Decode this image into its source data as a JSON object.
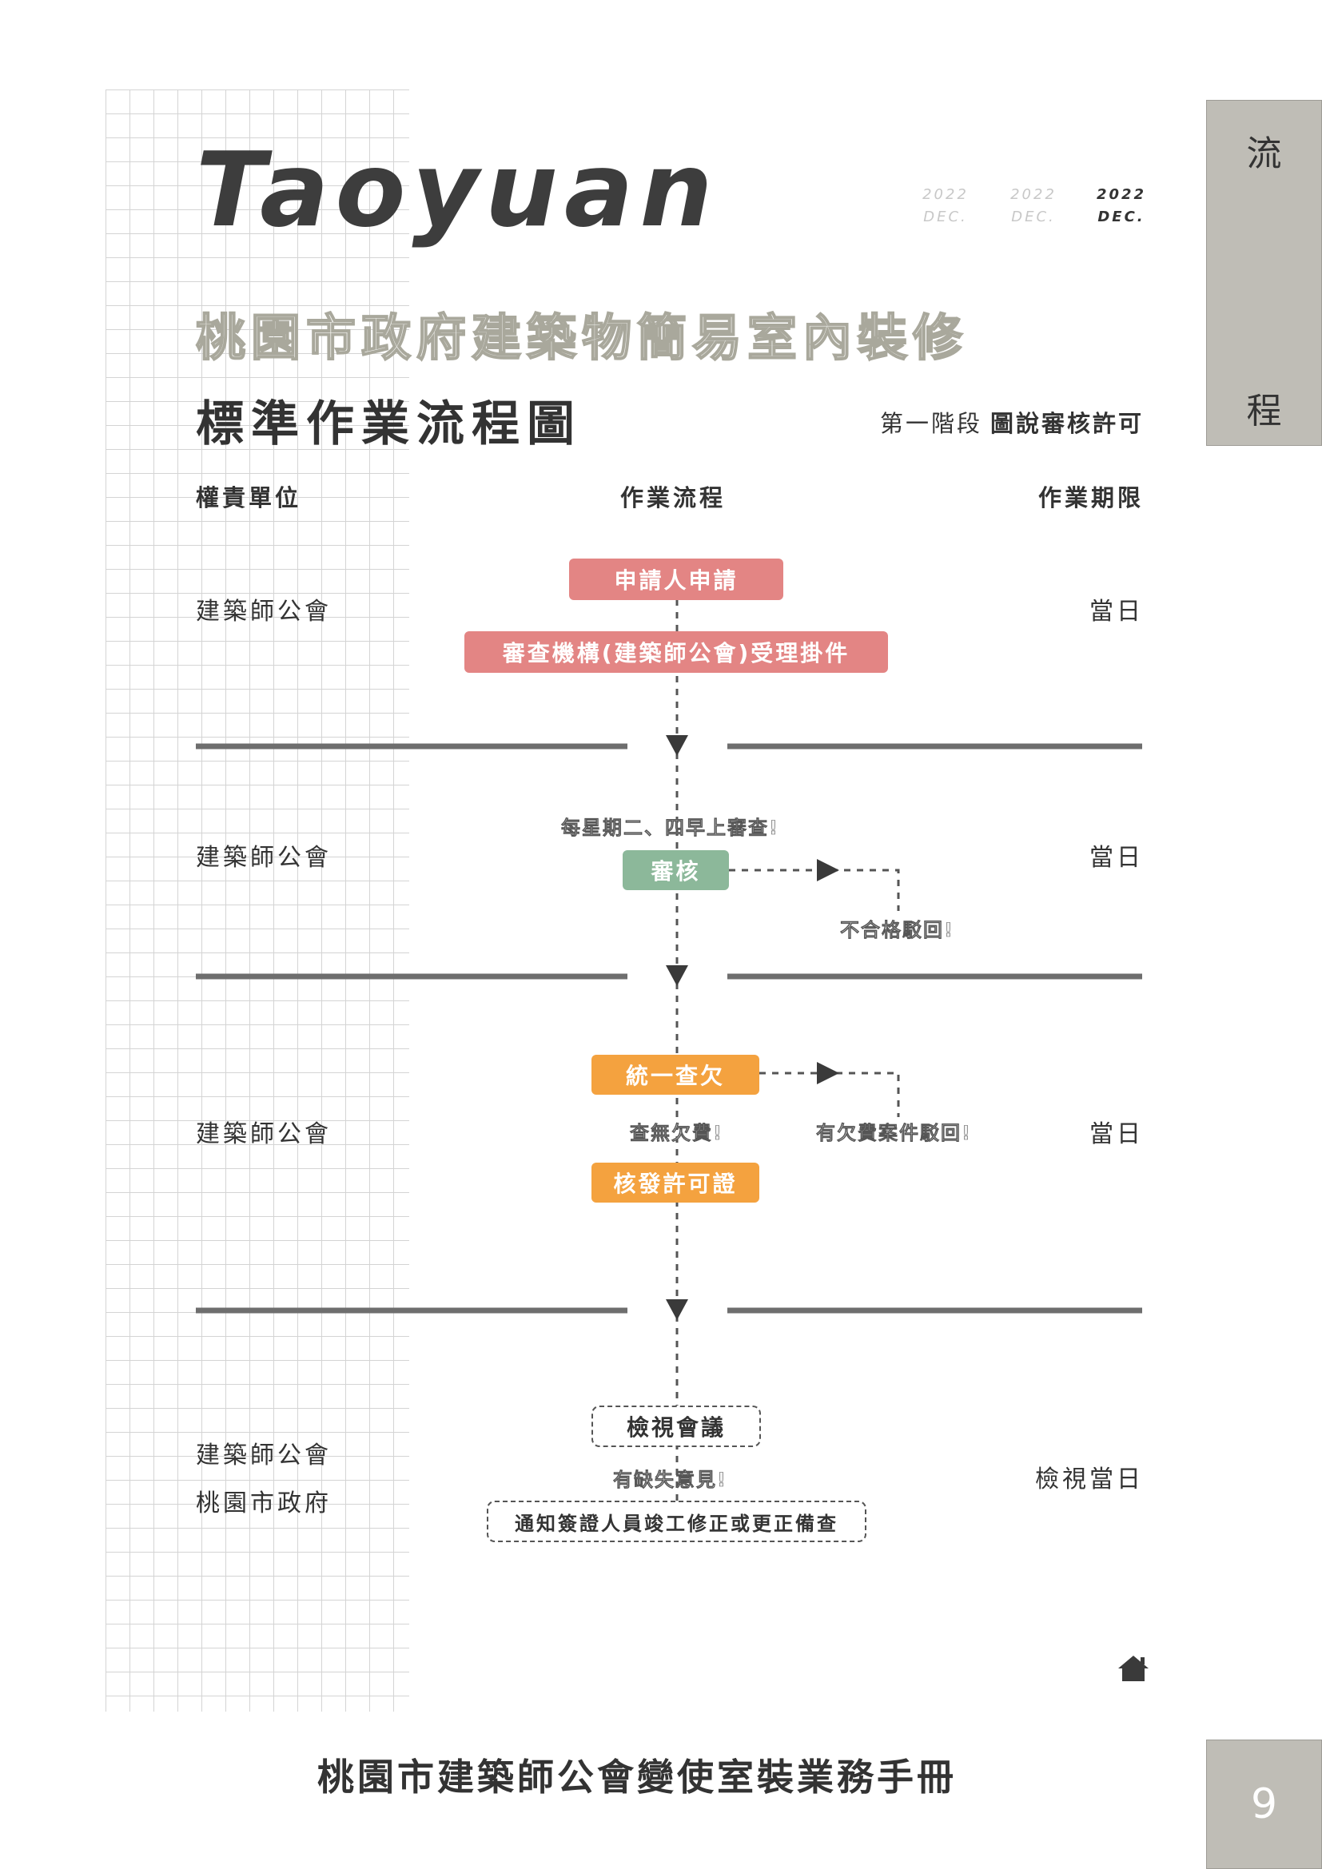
{
  "side_tab": {
    "char_top": "流",
    "char_bottom": "程"
  },
  "page_number": "9",
  "brand": "Taoyuan",
  "dates": [
    {
      "year": "2022",
      "month": "DEC."
    },
    {
      "year": "2022",
      "month": "DEC."
    },
    {
      "year": "2022",
      "month": "DEC."
    }
  ],
  "title_line1": "桃園市政府建築物簡易室內裝修",
  "title_line2": "標準作業流程圖",
  "stage": {
    "label": "第一階段",
    "name": "圖說審核許可"
  },
  "columns": {
    "unit": "權責單位",
    "process": "作業流程",
    "deadline": "作業期限"
  },
  "sections": [
    {
      "unit": "建築師公會",
      "deadline": "當日"
    },
    {
      "unit": "建築師公會",
      "deadline": "當日"
    },
    {
      "unit": "建築師公會",
      "deadline": "當日"
    },
    {
      "unit_lines": [
        "建築師公會",
        "桃園市政府"
      ],
      "deadline": "檢視當日"
    }
  ],
  "steps": {
    "apply": "申請人申請",
    "accept": "審查機構(建築師公會)受理掛件",
    "review_note": "每星期二、四早上審查!",
    "review": "審核",
    "reject_note": "不合格駁回!",
    "arrears_check": "統一查欠",
    "no_arrears_note": "查無欠費!",
    "arrears_reject_note": "有欠費案件駁回!",
    "permit": "核發許可證",
    "inspect_meeting": "檢視會議",
    "defect_note": "有缺失意見!",
    "notify": "通知簽證人員竣工修正或更正備查"
  },
  "footer": "桃園市建築師公會變使室裝業務手冊",
  "colors": {
    "red": "#e38584",
    "green": "#8cb89a",
    "orange": "#f4a23f",
    "tab": "#bfbdb6",
    "divider": "#6e6e6e"
  },
  "icons": {
    "home": "home-icon"
  }
}
